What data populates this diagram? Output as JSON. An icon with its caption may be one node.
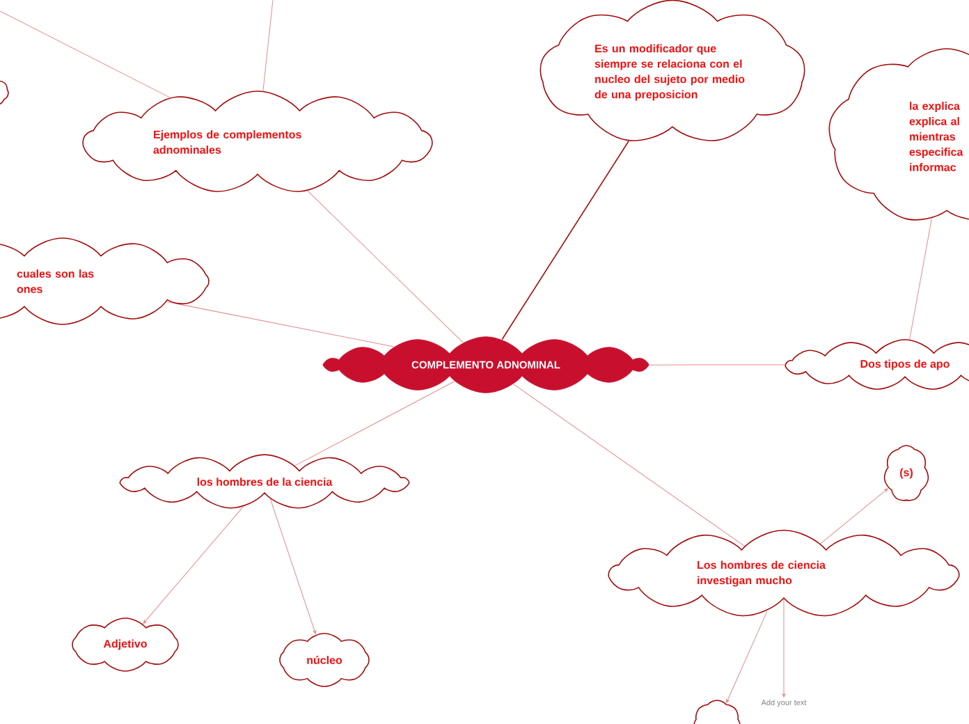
{
  "diagram": {
    "nodes": [
      {
        "text": [
          "COMPLEMENTO ADNOMINAL"
        ]
      },
      {
        "text": [
          "Es un modificador que siempre se relaciona con el nucleo del sujeto por medio de una preposicion"
        ]
      },
      {
        "text": [
          "Ejemplos de complementos adnominales"
        ]
      },
      {
        "text": [
          "cuales son las ones"
        ]
      },
      {
        "text": [
          "la explica explica al mientras especifica informac"
        ]
      },
      {
        "text": [
          "Dos tipos de apo"
        ]
      },
      {
        "text": [
          "los hombres de la ciencia"
        ]
      },
      {
        "text": [
          "Los hombres de ciencia investigan  mucho"
        ]
      },
      {
        "text": [
          "(s)"
        ]
      },
      {
        "text": [
          "Adjetivo"
        ]
      },
      {
        "text": [
          "núcleo"
        ]
      },
      {
        "text": [],
        "shape": "cloud"
      },
      {
        "text": [
          "Add your text"
        ]
      },
      {
        "text": [],
        "shape": "cloud"
      }
    ],
    "edges": [
      {
        "from": 0,
        "to": 1,
        "arrow": "none",
        "color": "#a30b0b"
      },
      {
        "from": 0,
        "to": 2,
        "arrow": "none"
      },
      {
        "from": 0,
        "to": 3,
        "arrow": "none"
      },
      {
        "from": 0,
        "to": 5,
        "arrow": "none"
      },
      {
        "from": 5,
        "to": 4,
        "arrow": "none"
      },
      {
        "from": 0,
        "to": 6,
        "arrow": "none"
      },
      {
        "from": 0,
        "to": 7,
        "arrow": "none"
      },
      {
        "from": 6,
        "to": 9,
        "arrow": "to"
      },
      {
        "from": 6,
        "to": 10,
        "arrow": "to"
      },
      {
        "from": 7,
        "to": 8,
        "arrow": "to"
      },
      {
        "from": 7,
        "to": 11,
        "arrow": "to"
      },
      {
        "from": 7,
        "to": 12,
        "arrow": "to"
      },
      {
        "from": null,
        "to": 2,
        "arrow": "none"
      },
      {
        "from": null,
        "to": 2,
        "arrow": "none"
      }
    ]
  }
}
